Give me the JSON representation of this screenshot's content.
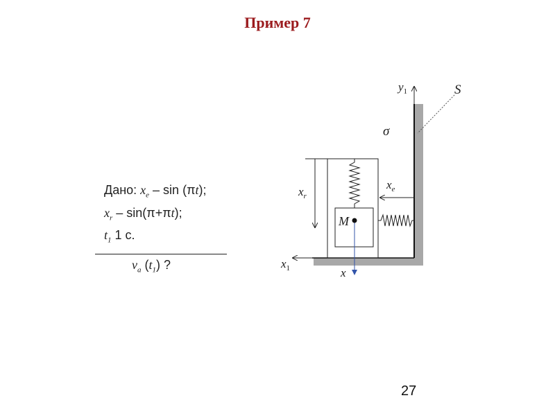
{
  "title": "Пример 7",
  "given": {
    "prefix": "Дано: ",
    "line1": {
      "var": "x",
      "sub": "e",
      "rest": " – sin (π",
      "t": "t",
      "end": ");"
    },
    "line2": {
      "var": "x",
      "sub": "r",
      "rest": " – sin(π+π",
      "t": "t",
      "end": ");"
    },
    "line3": {
      "var": "t",
      "sub": "1",
      "rest": "   1 с."
    }
  },
  "question": {
    "var": "v",
    "sub": "a",
    "arg": " (",
    "targ": "t",
    "targsub": "1",
    "end": ")   ?"
  },
  "diagram": {
    "labels": {
      "y1": "y",
      "y1_sub": "1",
      "S": "S",
      "sigma": "σ",
      "xr": "x",
      "xr_sub": "r",
      "xe": "x",
      "xe_sub": "e",
      "M": "M",
      "x1": "x",
      "x1_sub": "1",
      "x": "x"
    }
  },
  "page_number": "27"
}
